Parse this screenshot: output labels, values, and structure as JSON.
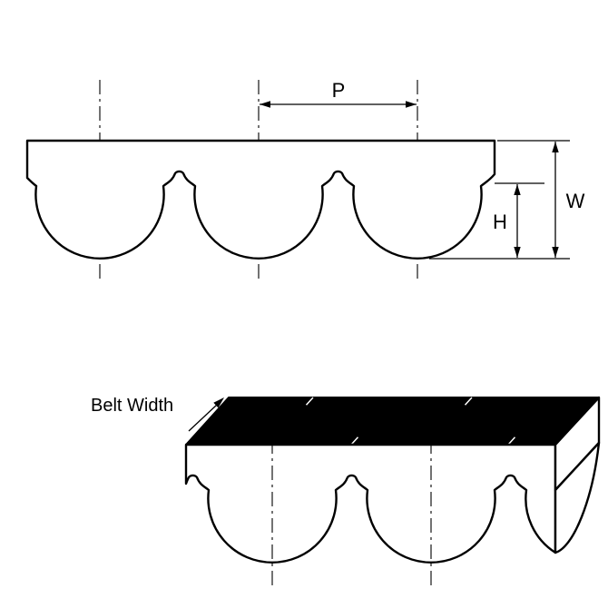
{
  "top_view": {
    "dim_pitch_label": "P",
    "dim_width_label": "W",
    "dim_height_label": "H"
  },
  "bottom_view": {
    "belt_width_label": "Belt Width"
  },
  "colors": {
    "line": "#000000",
    "top_surface": "#000000",
    "belt_fill": "#ffffff",
    "background": "#ffffff"
  }
}
